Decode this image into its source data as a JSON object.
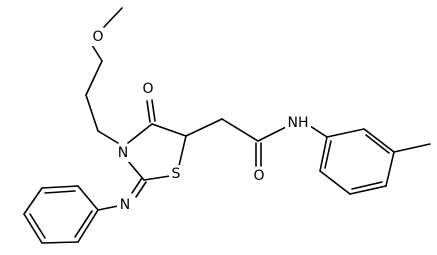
{
  "structure": {
    "atom_labels": {
      "methoxy_oxygen": "O",
      "carbonyl_oxygen_ring": "O",
      "ring_nitrogen": "N",
      "ring_sulfur": "S",
      "imine_nitrogen": "N",
      "amide_nh": "NH",
      "amide_oxygen": "O"
    }
  }
}
